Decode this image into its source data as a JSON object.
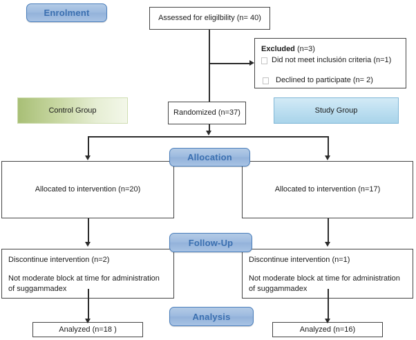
{
  "diagram": {
    "title": "CONSORT participant flow diagram",
    "colors": {
      "pill_fill": "#9cbadf",
      "pill_border": "#4a7ebb",
      "pill_text": "#3a6fb0",
      "control_group_fill": "#a8bf76",
      "study_group_fill": "#a9d4ea",
      "box_border": "#434343",
      "connector": "#2b2b2b"
    }
  },
  "stages": {
    "enrolment": "Enrolment",
    "allocation": "Allocation",
    "followup": "Follow-Up",
    "analysis": "Analysis"
  },
  "groups": {
    "control": "Control Group",
    "study": "Study Group"
  },
  "enrolment": {
    "assessed": "Assessed for eligilbility (n= 40)",
    "randomized": "Randomized (n=37)",
    "excluded": {
      "heading_bold": "Excluded",
      "heading_count": " (n=3)",
      "reasons": [
        "Did not meet inclusión criteria (n=1)",
        "Declined to participate (n= 2)"
      ],
      "marker_icon": "empty-square-bullet"
    }
  },
  "allocation": {
    "left": "Allocated to intervention (n=20)",
    "right": "Allocated to intervention (n=17)"
  },
  "followup": {
    "left": {
      "line1": "Discontinue intervention (n=2)",
      "line2": "Not moderate block at time for administration",
      "line3": "of suggammadex"
    },
    "right": {
      "line1": "Discontinue intervention (n=1)",
      "line2": "Not moderate block at time for administration",
      "line3": "of suggammadex"
    }
  },
  "analysis": {
    "left": "Analyzed (n=18 )",
    "right": "Analyzed (n=16)"
  }
}
